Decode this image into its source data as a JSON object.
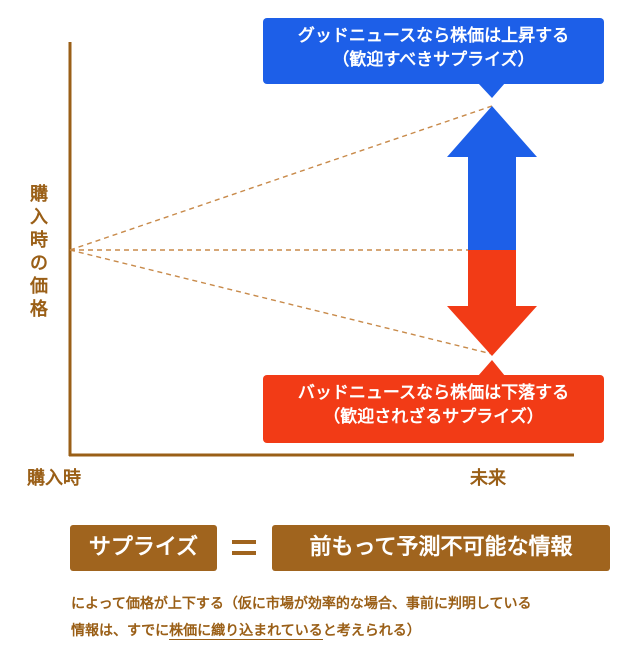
{
  "callouts": {
    "good": {
      "line1": "グッドニュースなら株価は上昇する",
      "line2": "（歓迎すべきサプライズ）"
    },
    "bad": {
      "line1": "バッドニュースなら株価は下落する",
      "line2": "（歓迎されざるサプライズ）"
    }
  },
  "axes": {
    "y_label_chars": [
      "購",
      "入",
      "時",
      "の",
      "価",
      "格"
    ],
    "x_start": "購入時",
    "x_end": "未来"
  },
  "equation": {
    "left": "サプライズ",
    "right": "前もって予測不可能な情報"
  },
  "note": {
    "line1": "によって価格が上下する（仮に市場が効率的な場合、事前に判明している",
    "line2_before": "情報は、すでに",
    "line2_highlight": "株価に織り込まれている",
    "line2_after": "と考えられる）"
  },
  "colors": {
    "brown": "#9a5f17",
    "box": "#a0641e",
    "blue": "#1d5fe8",
    "red": "#f23b16"
  }
}
